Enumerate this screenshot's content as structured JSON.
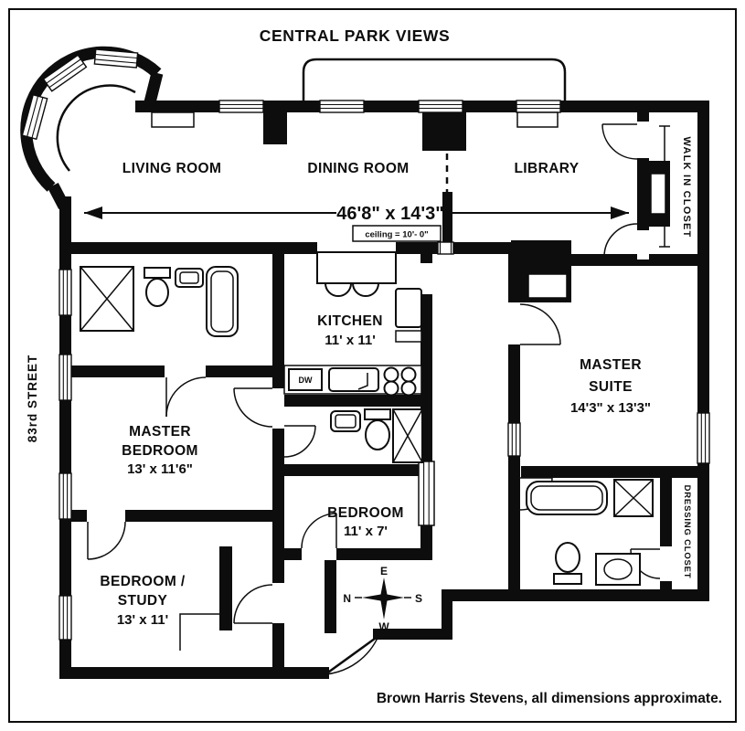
{
  "title": "CENTRAL PARK VIEWS",
  "street_label": "83rd STREET",
  "footer": "Brown Harris Stevens, all dimensions approximate.",
  "living_area": {
    "dimensions": "46'8\" x 14'3\"",
    "ceiling_note": "ceiling = 10'- 0\""
  },
  "rooms": {
    "living_room": {
      "name": "LIVING ROOM"
    },
    "dining_room": {
      "name": "DINING ROOM"
    },
    "library": {
      "name": "LIBRARY"
    },
    "kitchen": {
      "name": "KITCHEN",
      "dimensions": "11' x 11'"
    },
    "master_suite": {
      "line1": "MASTER",
      "line2": "SUITE",
      "dimensions": "14'3\" x 13'3\""
    },
    "master_bedroom": {
      "line1": "MASTER",
      "line2": "BEDROOM",
      "dimensions": "13' x 11'6\""
    },
    "bedroom": {
      "name": "BEDROOM",
      "dimensions": "11' x 7'"
    },
    "bedroom_study": {
      "line1": "BEDROOM /",
      "line2": "STUDY",
      "dimensions": "13' x 11'"
    },
    "walk_in_closet": {
      "name": "WALK IN CLOSET"
    },
    "dressing_closet": {
      "name": "DRESSING CLOSET"
    }
  },
  "labels": {
    "dishwasher": "DW"
  },
  "compass": {
    "north": "N",
    "east": "E",
    "south": "S",
    "west": "W"
  },
  "colors": {
    "wall": "#0d0d0d",
    "background": "#ffffff"
  }
}
